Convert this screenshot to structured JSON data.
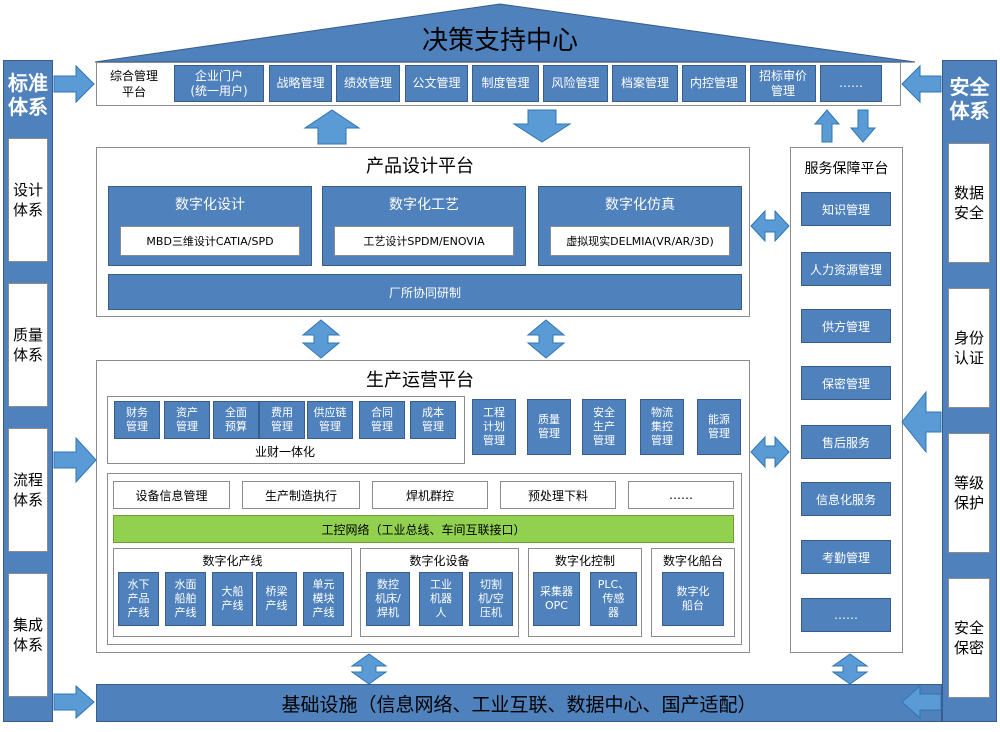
{
  "roof": {
    "title": "决策支持中心"
  },
  "top_platform": {
    "label": "综合管理\n平台",
    "items": [
      "企业门户\n(统一用户)",
      "战略管理",
      "绩效管理",
      "公文管理",
      "制度管理",
      "风险管理",
      "档案管理",
      "内控管理",
      "招标审价\n管理",
      "……"
    ]
  },
  "left_column": {
    "title": "标准\n体系",
    "items": [
      "设计\n体系",
      "质量\n体系",
      "流程\n体系",
      "集成\n体系"
    ]
  },
  "right_column": {
    "title": "安全\n体系",
    "items": [
      "数据\n安全",
      "身份\n认证",
      "等级\n保护",
      "安全\n保密"
    ]
  },
  "design_platform": {
    "title": "产品设计平台",
    "blocks": [
      {
        "title": "数字化设计",
        "sub": "MBD三维设计CATIA/SPD"
      },
      {
        "title": "数字化工艺",
        "sub": "工艺设计SPDM/ENOVIA"
      },
      {
        "title": "数字化仿真",
        "sub": "虚拟现实DELMIA(VR/AR/3D)"
      }
    ],
    "collab": "厂所协同研制"
  },
  "service_platform": {
    "title": "服务保障平台",
    "items": [
      "知识管理",
      "人力资源管理",
      "供方管理",
      "保密管理",
      "售后服务",
      "信息化服务",
      "考勤管理",
      "……"
    ]
  },
  "production_platform": {
    "title": "生产运营平台",
    "finance_items": [
      "财务\n管理",
      "资产\n管理",
      "全面\n预算",
      "费用\n管理",
      "供应链\n管理",
      "合同\n管理",
      "成本\n管理"
    ],
    "finance_caption": "业财一体化",
    "side_items": [
      "工程\n计划\n管理",
      "质量\n管理",
      "安全\n生产\n管理",
      "物流\n集控\n管理",
      "能源\n管理"
    ],
    "exec_items": [
      "设备信息管理",
      "生产制造执行",
      "焊机群控",
      "预处理下料",
      "……"
    ],
    "network": "工控网络（工业总线、车间互联接口）",
    "groups": [
      {
        "title": "数字化产线",
        "items": [
          "水下\n产品\n产线",
          "水面\n船舶\n产线",
          "大船\n产线",
          "桥梁\n产线",
          "单元\n模块\n产线"
        ]
      },
      {
        "title": "数字化设备",
        "items": [
          "数控\n机床/\n焊机",
          "工业\n机器\n人",
          "切割\n机/空\n压机"
        ]
      },
      {
        "title": "数字化控制",
        "items": [
          "采集器\nOPC",
          "PLC、\n传感\n器"
        ]
      },
      {
        "title": "数字化船台",
        "items": [
          "数字化\n船台"
        ]
      }
    ]
  },
  "base": {
    "label": "基础设施（信息网络、工业互联、数据中心、国产适配）"
  },
  "colors": {
    "blue": "#4f81bd",
    "green": "#92d050",
    "outline": "#8c8c8c"
  }
}
